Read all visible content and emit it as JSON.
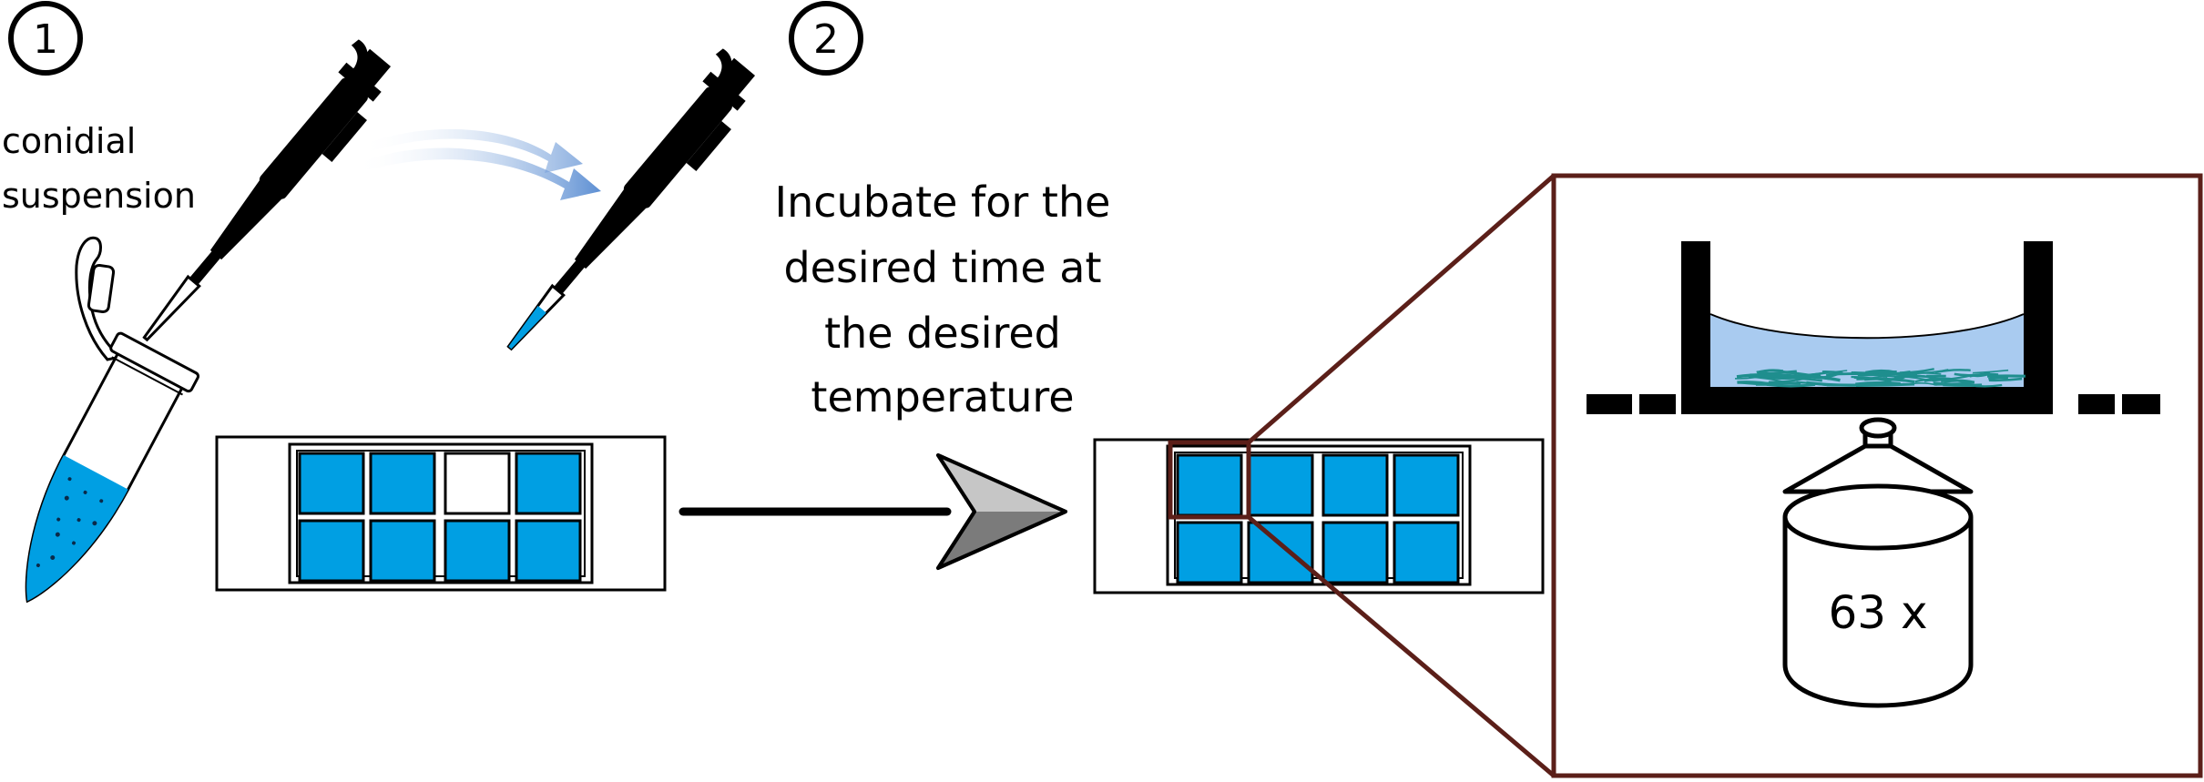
{
  "steps": {
    "step1": "1",
    "step2": "2"
  },
  "labels": {
    "conidial_line1": "conidial",
    "conidial_line2": "suspension",
    "incubate_line1": "Incubate for the",
    "incubate_line2": "desired time at",
    "incubate_line3": "the desired",
    "incubate_line4": "temperature",
    "magnification": "63 x"
  },
  "colors": {
    "well_blue": "#009fe3",
    "liquid_blue": "#a9cbf0",
    "zoom_frame": "#5b1f19",
    "hyphae_teal": "#1f8e8e",
    "transfer_arrow": "#5d8fd3",
    "process_arrow_light": "#c6c6c6",
    "process_arrow_dark": "#7b7b7b"
  },
  "slide_before": {
    "empty_well_index": 2
  },
  "icons": [
    "pipette-icon",
    "tube-icon",
    "objective-icon"
  ]
}
